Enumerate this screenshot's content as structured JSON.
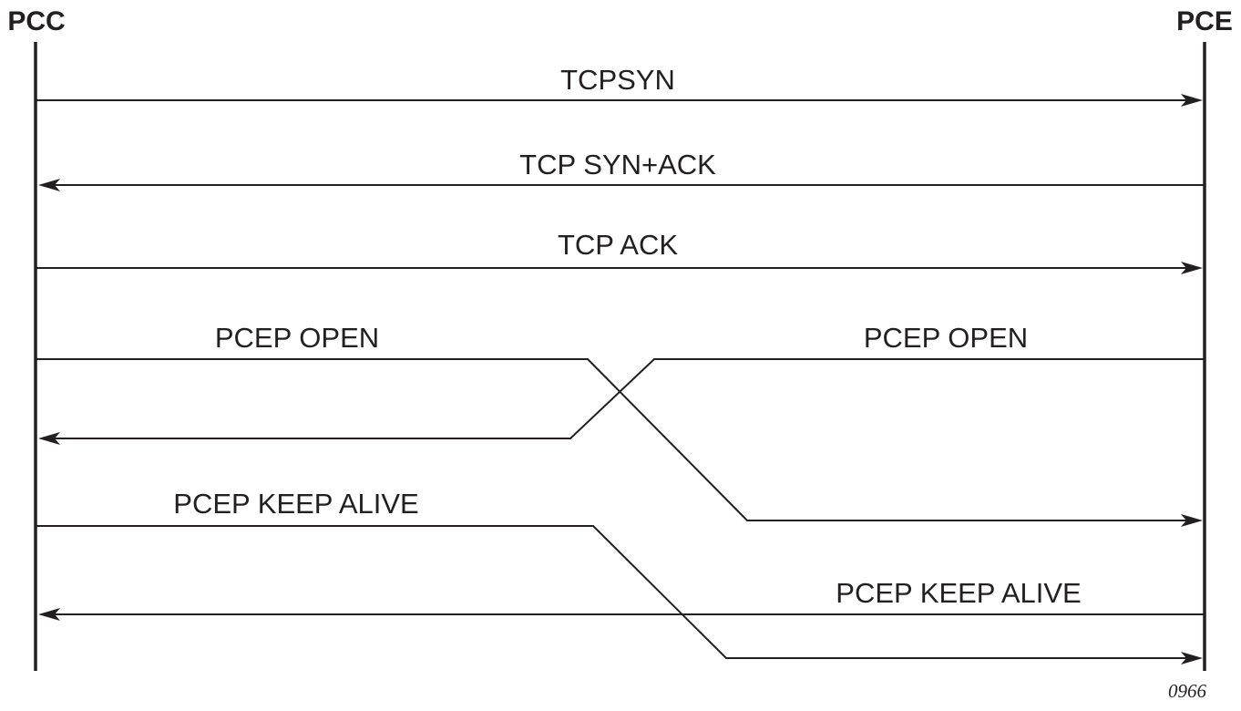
{
  "diagram": {
    "left_party": "PCC",
    "right_party": "PCE",
    "figure_id": "0966",
    "messages": [
      {
        "label": "TCPSYN",
        "direction": "PCC to PCE"
      },
      {
        "label": "TCP SYN+ACK",
        "direction": "PCE to PCC"
      },
      {
        "label": "TCP ACK",
        "direction": "PCC to PCE"
      },
      {
        "label": "PCEP OPEN",
        "direction": "PCC to PCE"
      },
      {
        "label": "PCEP OPEN",
        "direction": "PCE to PCC"
      },
      {
        "label": "PCEP KEEP ALIVE",
        "direction": "PCC to PCE"
      },
      {
        "label": "PCEP KEEP ALIVE",
        "direction": "PCE to PCC"
      }
    ]
  }
}
